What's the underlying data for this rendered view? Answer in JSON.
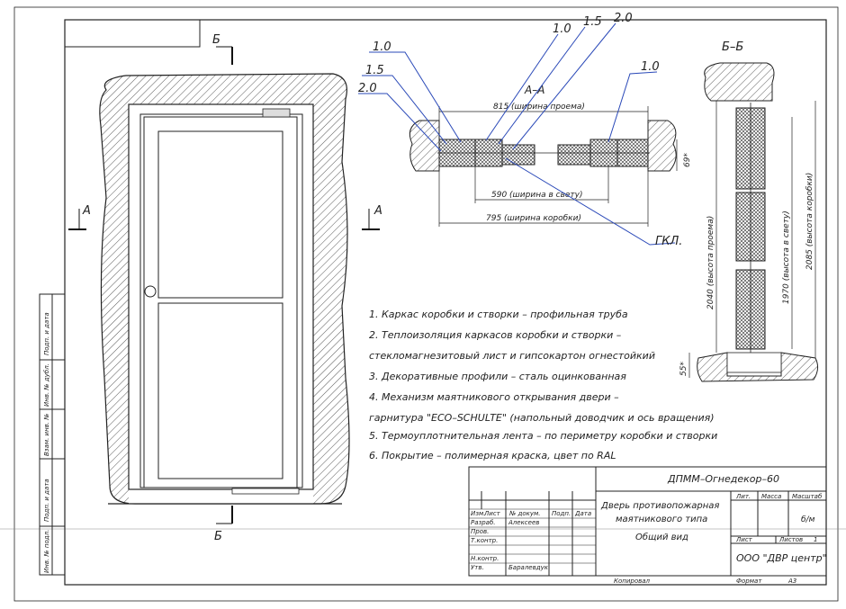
{
  "section_marks": {
    "b_top": "Б",
    "b_bottom": "Б",
    "a_left": "А",
    "a_right": "А",
    "aa_title": "А–А",
    "bb_title": "Б–Б"
  },
  "plan_dimensions": {
    "opening_width": "815 (ширина проема)",
    "clear_width": "590 (ширина в свету)",
    "frame_width": "795 (ширина коробки)",
    "thickness": "69*"
  },
  "section_dimensions": {
    "opening_height": "2040 (высота проема)",
    "clear_height": "1970 (высота в свету)",
    "frame_height": "2085 (высота коробки)",
    "threshold": "55*"
  },
  "handwritten": {
    "t10a": "1.0",
    "t15a": "1.5",
    "t20a": "2.0",
    "t10b": "1.0",
    "t15b": "1.5",
    "t20b": "2.0",
    "t10c": "1.0",
    "gkl": "ГКЛ."
  },
  "notes": [
    "1. Каркас коробки и створки – профильная труба",
    "2. Теплоизоляция каркасов коробки и створки –",
    "стекломагнезитовый лист и гипсокартон огнестойкий",
    "3. Декоративные профили – сталь оцинкованная",
    "4. Механизм маятникового открывания двери –",
    "гарнитура \"ECO–SCHULTE\" (напольный доводчик и ось вращения)",
    "5. Термоуплотнительная лента – по периметру коробки и створки",
    "6. Покрытие – полимерная краска, цвет по RAL"
  ],
  "side_stamp": [
    "Инв. № подл.",
    "Подп. и дата",
    "Взам. инв. №",
    "Инв. № дубл.",
    "Подп. и дата"
  ],
  "title_block": {
    "designation": "ДПММ–Огнедекор–60",
    "name_line1": "Дверь противопожарная",
    "name_line2": "маятникового типа",
    "view": "Общий вид",
    "col_izm": "Изм.",
    "col_list": "Лист",
    "col_doc": "№ докум.",
    "col_podp": "Подп.",
    "col_date": "Дата",
    "row_razrab": "Разраб.",
    "razrab_name": "Алексеев",
    "row_prov": "Пров.",
    "row_tkontr": "Т.контр.",
    "row_nkontr": "Н.контр.",
    "row_utv": "Утв.",
    "utv_name": "Баралевдук",
    "lit": "Лит.",
    "massa": "Масса",
    "masshtab": "Масштаб",
    "scale_value": "б/м",
    "sheet_label": "Лист",
    "sheets_label": "Листов",
    "sheets_value": "1",
    "company": "ООО \"ДВР центр\"",
    "copied": "Копировал",
    "format_label": "Формат",
    "format_value": "А3"
  }
}
